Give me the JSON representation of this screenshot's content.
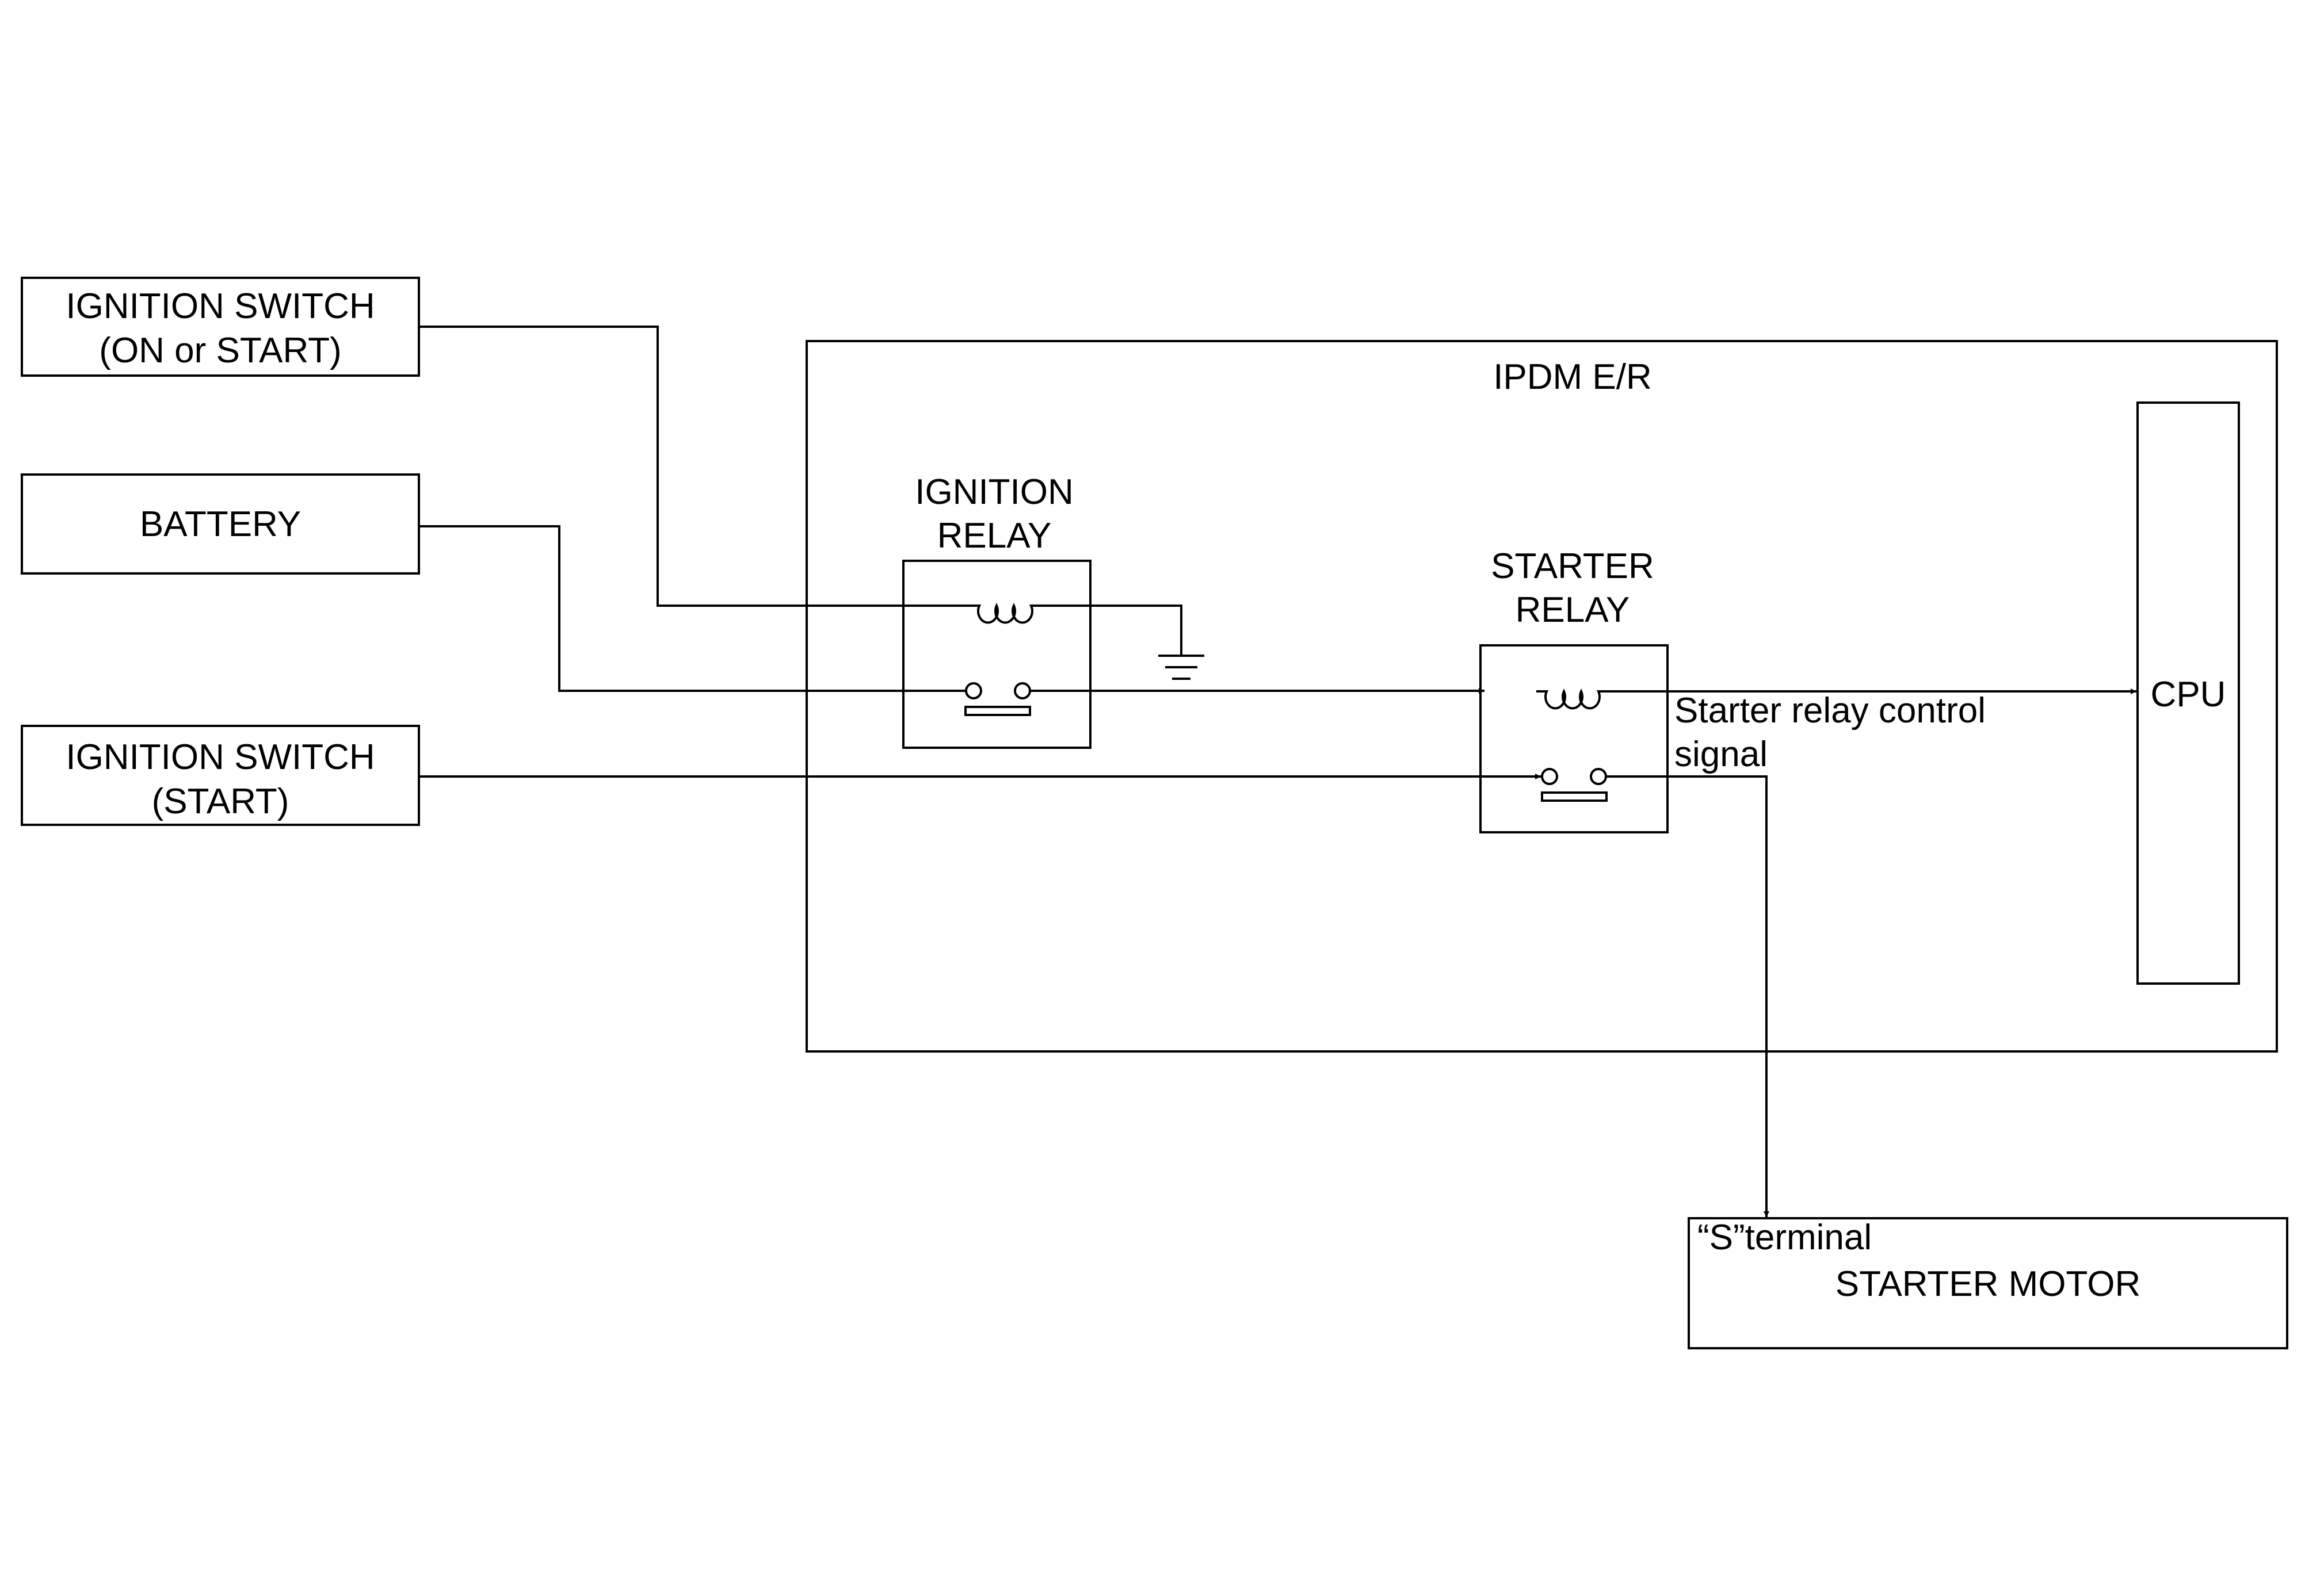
{
  "components": {
    "ignition_switch_on_start": {
      "line1": "IGNITION SWITCH",
      "line2": "(ON or START)"
    },
    "battery": {
      "label": "BATTERY"
    },
    "ignition_switch_start": {
      "line1": "IGNITION SWITCH",
      "line2": "(START)"
    },
    "ipdm": {
      "label": "IPDM E/R"
    },
    "ignition_relay": {
      "line1": "IGNITION",
      "line2": "RELAY"
    },
    "starter_relay": {
      "line1": "STARTER",
      "line2": "RELAY"
    },
    "cpu": {
      "label": "CPU"
    },
    "starter_motor": {
      "terminal": "“S”terminal",
      "label": "STARTER MOTOR"
    }
  },
  "signals": {
    "starter_relay_control": {
      "line1": "Starter relay control",
      "line2": "signal"
    }
  },
  "colors": {
    "line": "#000000",
    "background": "#ffffff"
  }
}
